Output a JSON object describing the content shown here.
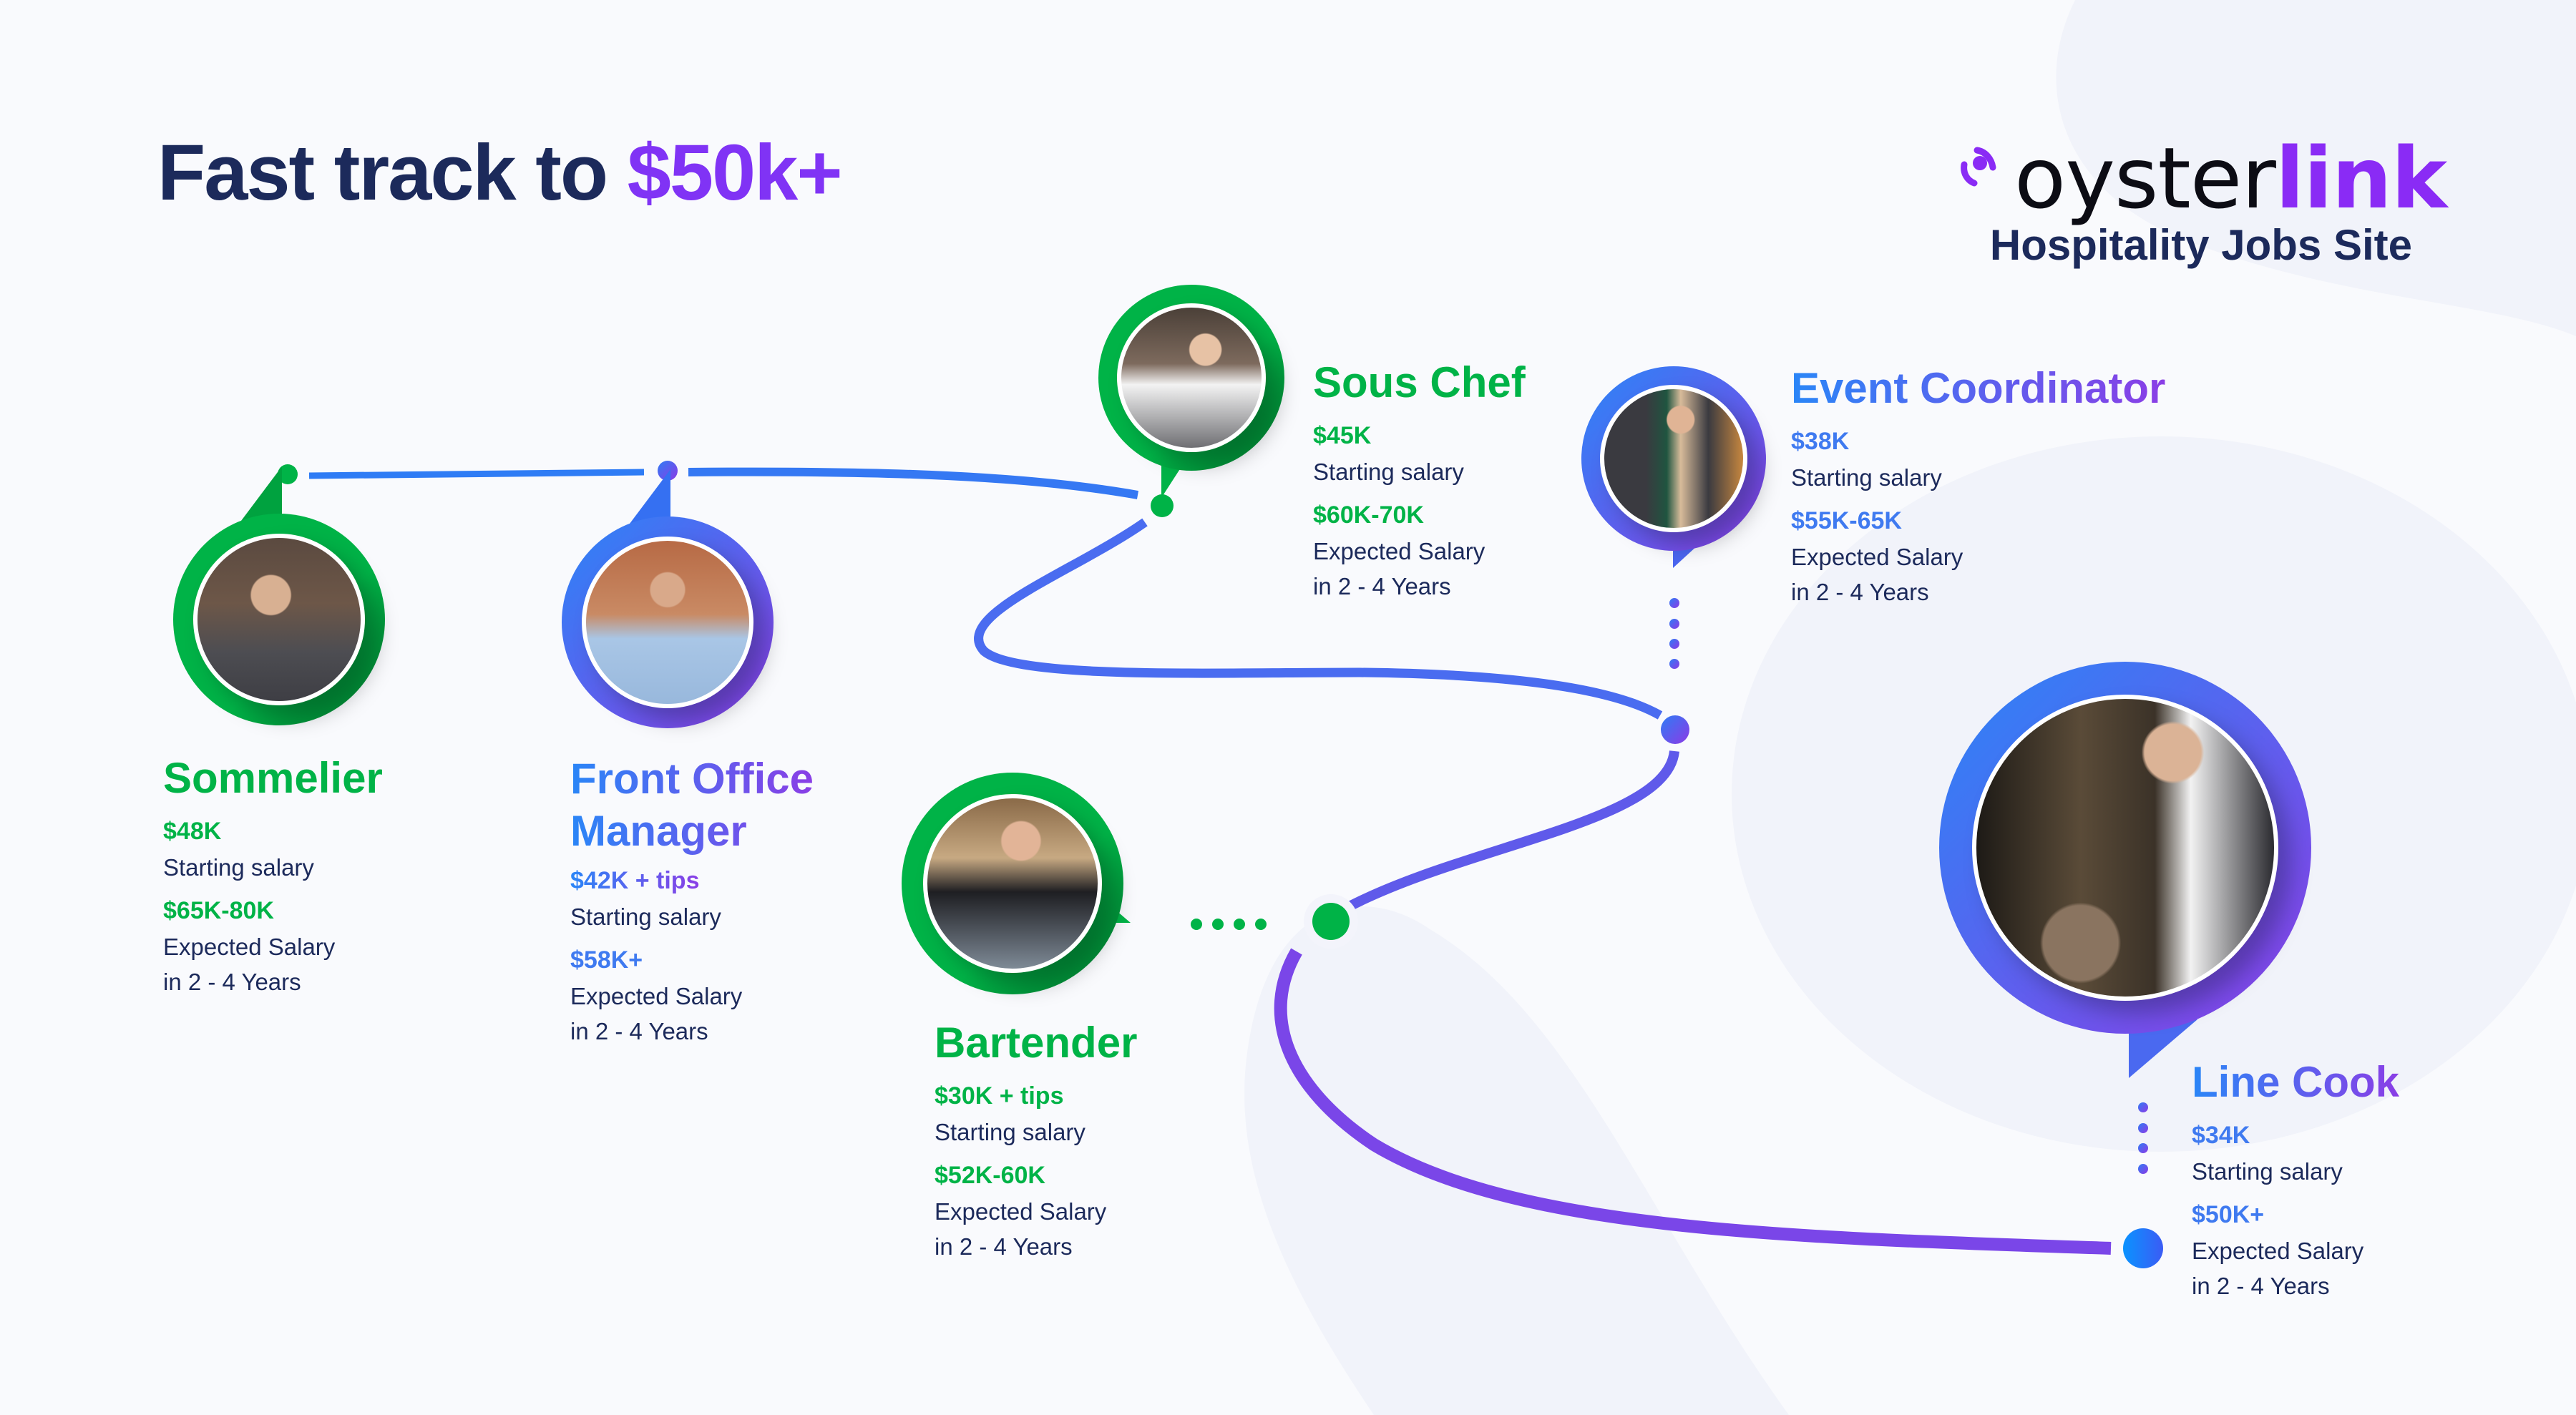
{
  "header": {
    "title_prefix": "Fast track to ",
    "title_accent": "$50k+"
  },
  "brand": {
    "name_part1": "oyster",
    "name_part2": "link",
    "tagline": "Hospitality Jobs Site",
    "icon": "oysterlink-logo-icon"
  },
  "colors": {
    "navy": "#1c2a5b",
    "green": "#00b347",
    "blue": "#2a86f7",
    "purple": "#8a3ee6",
    "accent_purple": "#8033f5",
    "background": "#f9fafd"
  },
  "labels": {
    "starting": "Starting salary",
    "expected_line1": "Expected Salary",
    "expected_line2": "in 2 - 4 Years"
  },
  "roles": [
    {
      "name": "Sommelier",
      "color": "green",
      "starting": "$48K",
      "expected": "$65K-80K",
      "photo": "sommelier-photo"
    },
    {
      "name_line1": "Front Office",
      "name_line2": "Manager",
      "color": "blue-purple",
      "starting": "$42K + tips",
      "expected": "$58K+",
      "photo": "front-office-manager-photo"
    },
    {
      "name": "Sous Chef",
      "color": "green",
      "starting": "$45K",
      "expected": "$60K-70K",
      "photo": "sous-chef-photo"
    },
    {
      "name": "Event Coordinator",
      "color": "blue-purple",
      "starting": "$38K",
      "expected": "$55K-65K",
      "photo": "event-coordinator-photo"
    },
    {
      "name": "Bartender",
      "color": "green",
      "starting": "$30K + tips",
      "expected": "$52K-60K",
      "photo": "bartender-photo"
    },
    {
      "name": "Line Cook",
      "color": "blue-purple",
      "starting": "$34K",
      "expected": "$50K+",
      "photo": "line-cook-photo"
    }
  ]
}
